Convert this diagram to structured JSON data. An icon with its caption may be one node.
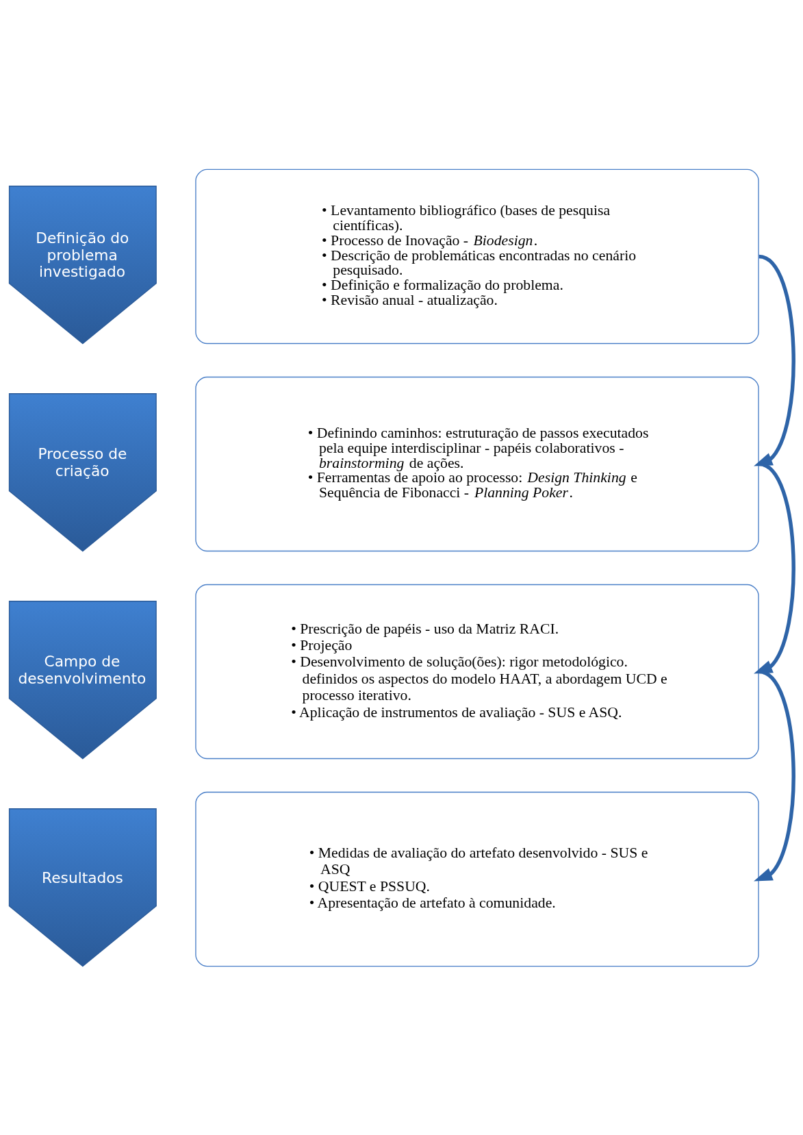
{
  "diagram": {
    "nodes": [
      {
        "text": [
          "Definição do problema investigado"
        ]
      },
      {
        "text": [
          "• Levantamento bibliográfico (bases de pesquisa científicas).",
          "• Processo de Inovação - *Biodesign*.",
          "• Descrição de problemáticas encontradas no cenário pesquisado.",
          "• Definição e formalização do problema.",
          "• Revisão anual - atualização."
        ]
      },
      {
        "text": [
          "Processo de criação"
        ]
      },
      {
        "text": [
          "• Definindo caminhos: estruturação de passos executados pela equipe interdisciplinar - papéis colaborativos - *brainstorming* de ações.",
          "• Ferramentas de apoio ao processo: *Design Thinking* e Sequência de Fibonacci - *Planning Poker*."
        ]
      },
      {
        "text": [
          "Campo de desenvolvimento"
        ]
      },
      {
        "text": [
          "• Prescrição de papéis - uso da Matriz RACI.",
          "• Projeção",
          "• Desenvolvimento de solução(ões): rigor metodológico. definidos os aspectos do modelo HAAT, a abordagem UCD e processo iterativo.",
          "• Aplicação de instrumentos de avaliação - SUS e ASQ."
        ]
      },
      {
        "text": [
          "Resultados"
        ]
      },
      {
        "text": [
          "• Medidas de avaliação do artefato desenvolvido - SUS e ASQ",
          "• QUEST e PSSUQ.",
          "• Apresentação de artefato à comunidade."
        ]
      }
    ],
    "edges": [
      {
        "from": 1,
        "to": 3,
        "arrow": "to"
      },
      {
        "from": 3,
        "to": 5,
        "arrow": "to"
      },
      {
        "from": 5,
        "to": 7,
        "arrow": "to"
      }
    ]
  }
}
